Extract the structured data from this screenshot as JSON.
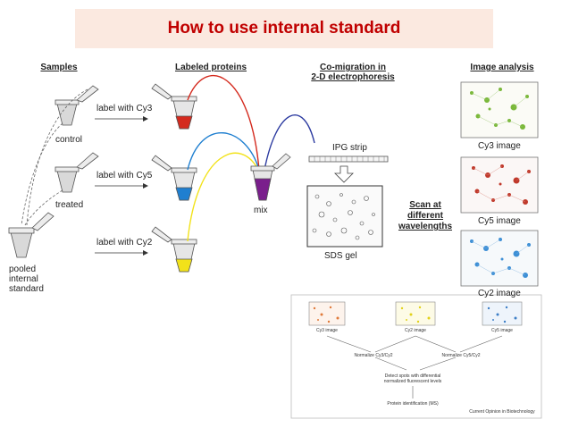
{
  "title": "How to use internal standard",
  "headers": {
    "samples": "Samples",
    "labeled": "Labeled proteins",
    "comig1": "Co-migration in",
    "comig2": "2-D electrophoresis",
    "analysis": "Image analysis"
  },
  "samples": {
    "control": "control",
    "treated": "treated",
    "pooled1": "pooled",
    "pooled2": "internal",
    "pooled3": "standard"
  },
  "labels": {
    "cy3": "label with Cy3",
    "cy5": "label with Cy5",
    "cy2": "label with Cy2",
    "mix": "mix",
    "ipg": "IPG strip",
    "sds": "SDS gel",
    "scan1": "Scan at",
    "scan2": "different",
    "scan3": "wavelengths"
  },
  "images": {
    "cy3": "Cy3 image",
    "cy5": "Cy5 image",
    "cy2": "Cy2 image"
  },
  "inset": {
    "cy3": "Cy3 image",
    "cy2": "Cy2 image",
    "cy5": "Cy5 image",
    "norm1": "Normalize Cy3/Cy2",
    "norm2": "Normalize Cy5/Cy2",
    "detect1": "Detect spots with differential",
    "detect2": "normalized fluorescent levels",
    "protein": "Protein identification (MS)",
    "credit": "Current Opinion in Biotechnology"
  },
  "colors": {
    "title": "#c00000",
    "cy3": "#d42a1e",
    "cy5": "#1f7fd0",
    "cy2": "#f2e21a",
    "mix": "#7a1f8c"
  }
}
